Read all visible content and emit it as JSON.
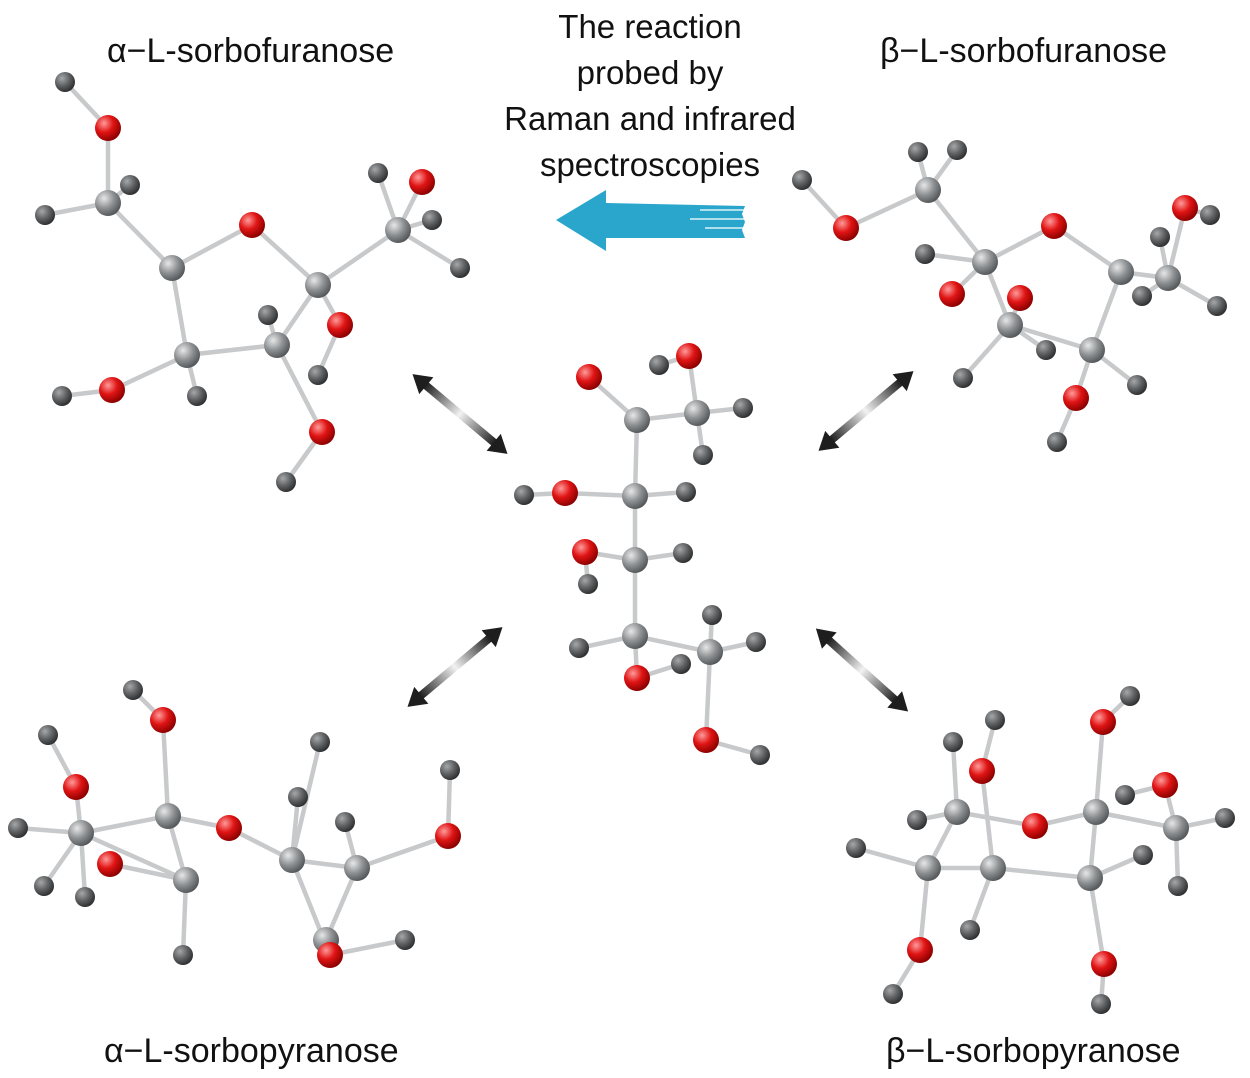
{
  "caption": {
    "lines": [
      "The reaction",
      "probed by",
      "Raman and infrared",
      "spectroscopies"
    ]
  },
  "labels": {
    "alpha_furanose": "α−L-sorbofuranose",
    "beta_furanose": "β−L-sorbofuranose",
    "alpha_pyranose": "α−L-sorbopyranose",
    "beta_pyranose": "β−L-sorbopyranose"
  },
  "colors": {
    "carbon": "#8d9092",
    "hydrogen": "#5e6062",
    "oxygen": "#e01414",
    "bond": "#c7c9cb",
    "reaction_arrow": "#2aa6cc",
    "equilibrium_arrow": "#1e1e1e"
  }
}
